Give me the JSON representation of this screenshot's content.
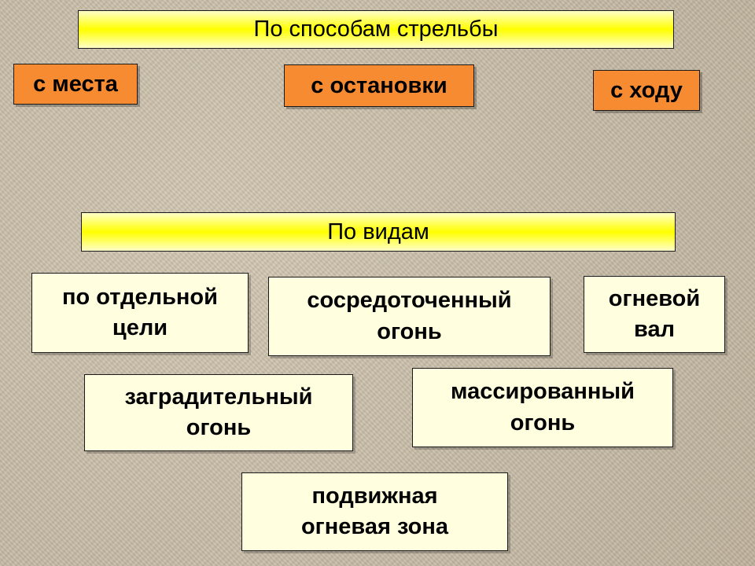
{
  "section_fire_methods": {
    "title": "По способам стрельбы",
    "items": [
      "с места",
      "с остановки",
      "с ходу"
    ]
  },
  "section_fire_types": {
    "title": "По видам",
    "items": [
      "по отдельной цели",
      "сосредоточенный огонь",
      "огневой вал",
      "заградительный огонь",
      "массированный огонь",
      "подвижная огневая зона"
    ]
  },
  "colors": {
    "banner": "#ffff00",
    "method_box": "#f68b32",
    "type_box": "#ffffe0"
  }
}
